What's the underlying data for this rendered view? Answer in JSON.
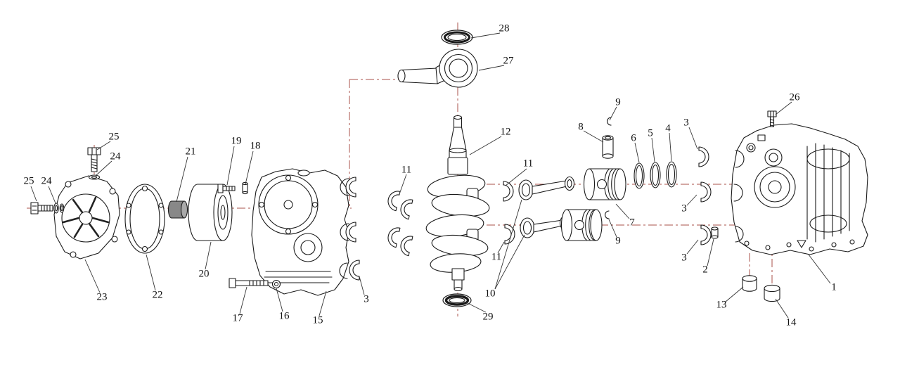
{
  "diagram": {
    "kind": "exploded-parts-diagram",
    "colors": {
      "background": "#ffffff",
      "line": "#1a1a1a",
      "centerline": "#a85048",
      "callout_text": "#111111"
    },
    "callouts": [
      {
        "label": "28"
      },
      {
        "label": "27"
      },
      {
        "label": "12"
      },
      {
        "label": "9"
      },
      {
        "label": "8"
      },
      {
        "label": "6"
      },
      {
        "label": "5"
      },
      {
        "label": "4"
      },
      {
        "label": "3"
      },
      {
        "label": "26"
      },
      {
        "label": "11"
      },
      {
        "label": "11"
      },
      {
        "label": "7"
      },
      {
        "label": "9"
      },
      {
        "label": "3"
      },
      {
        "label": "3"
      },
      {
        "label": "2"
      },
      {
        "label": "1"
      },
      {
        "label": "13"
      },
      {
        "label": "14"
      },
      {
        "label": "25"
      },
      {
        "label": "24"
      },
      {
        "label": "25"
      },
      {
        "label": "24"
      },
      {
        "label": "23"
      },
      {
        "label": "22"
      },
      {
        "label": "21"
      },
      {
        "label": "19"
      },
      {
        "label": "18"
      },
      {
        "label": "20"
      },
      {
        "label": "15"
      },
      {
        "label": "16"
      },
      {
        "label": "17"
      },
      {
        "label": "3"
      },
      {
        "label": "11"
      },
      {
        "label": "10"
      },
      {
        "label": "29"
      }
    ]
  }
}
